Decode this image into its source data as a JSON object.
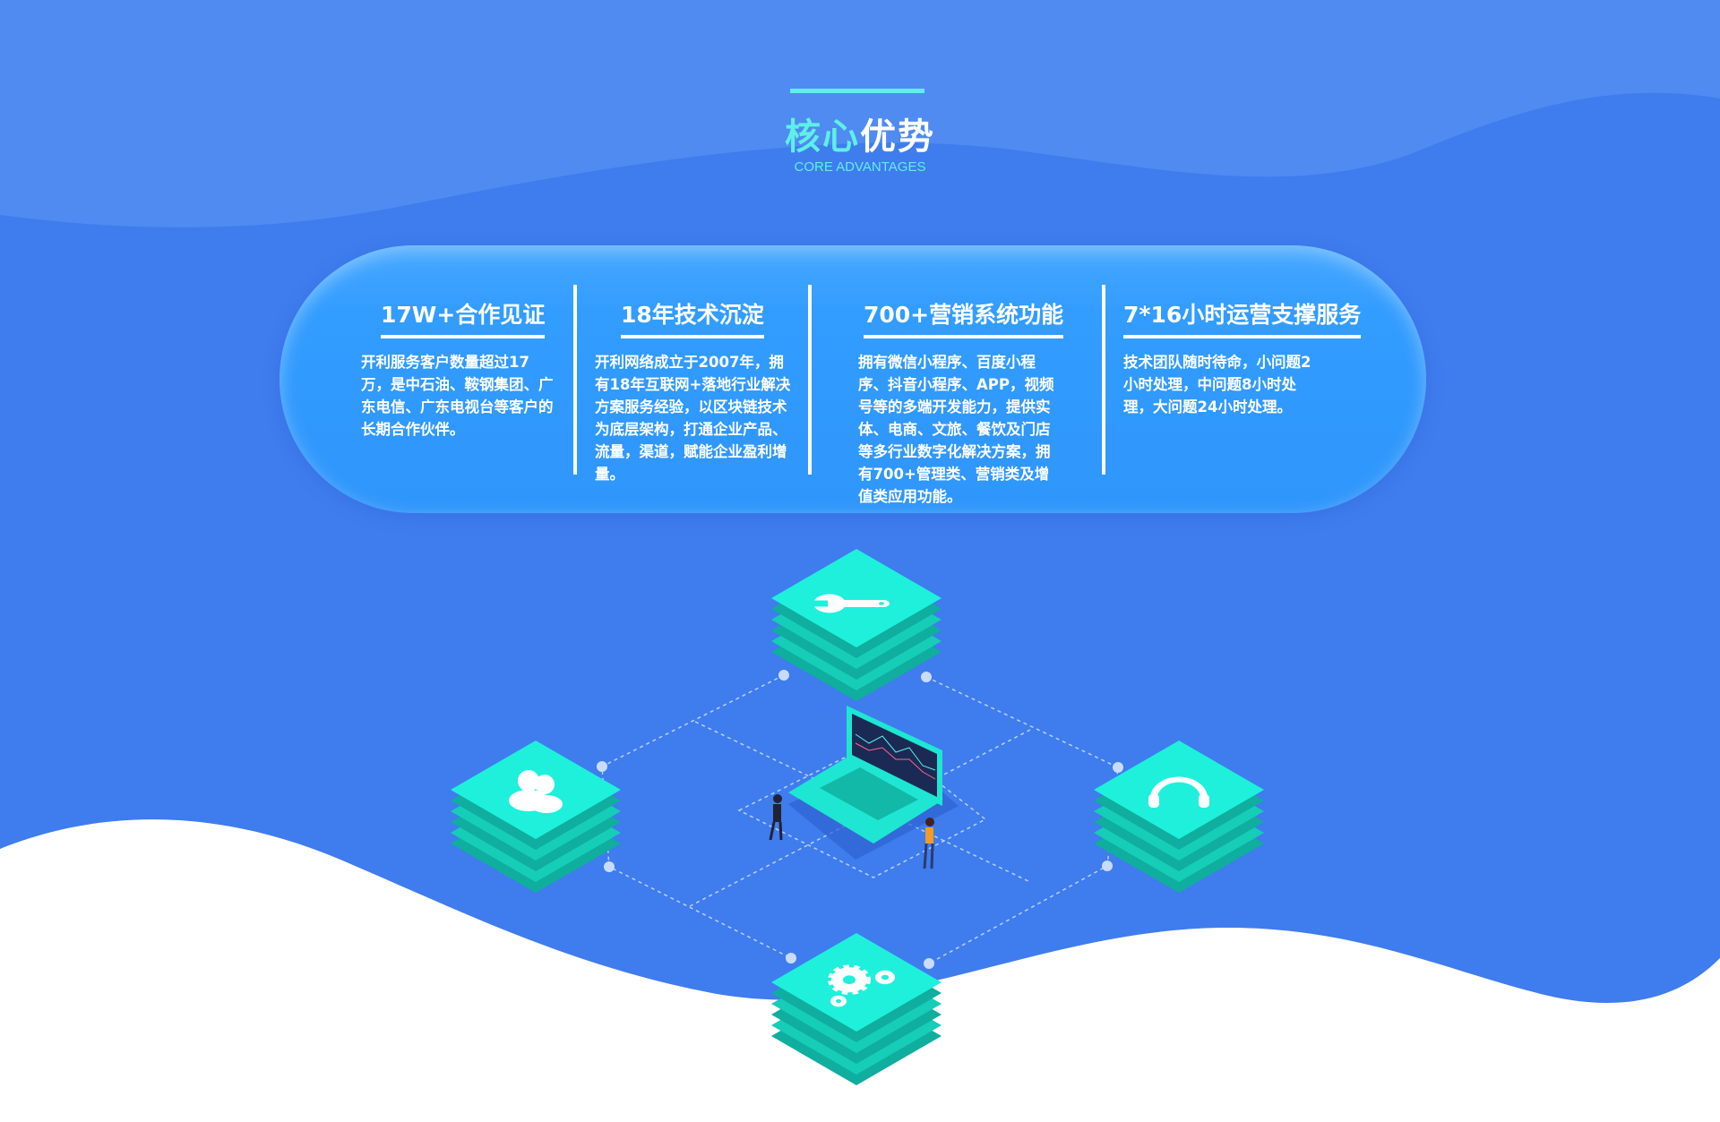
{
  "header": {
    "title_highlight": "核心",
    "title_rest": "优势",
    "subtitle": "CORE ADVANTAGES"
  },
  "advantages": [
    {
      "heading": "17W+合作见证",
      "text": "开利服务客户数量超过17万，是中石油、鞍钢集团、广东电信、广东电视台等客户的长期合作伙伴。"
    },
    {
      "heading": "18年技术沉淀",
      "text": "开利网络成立于2007年，拥有18年互联网+落地行业解决方案服务经验，以区块链技术为底层架构，打通企业产品、流量，渠道，赋能企业盈利增量。"
    },
    {
      "heading": "700+营销系统功能",
      "text": "拥有微信小程序、百度小程序、抖音小程序、APP，视频号等的多端开发能力，提供实体、电商、文旅、餐饮及门店等多行业数字化解决方案，拥有700+管理类、营销类及增值类应用功能。"
    },
    {
      "heading": "7*16小时运营支撑服务",
      "text": "技术团队随时待命，小问题2小时处理，中问题8小时处理，大问题24小时处理。"
    }
  ],
  "illustration": {
    "tiles": [
      "wrench-icon",
      "users-icon",
      "headset-icon",
      "gears-icon"
    ]
  },
  "colors": {
    "bg": "#3f7ced",
    "accent": "#5ef0e6",
    "card": "#329cff",
    "tile": "#1ee6d2"
  }
}
